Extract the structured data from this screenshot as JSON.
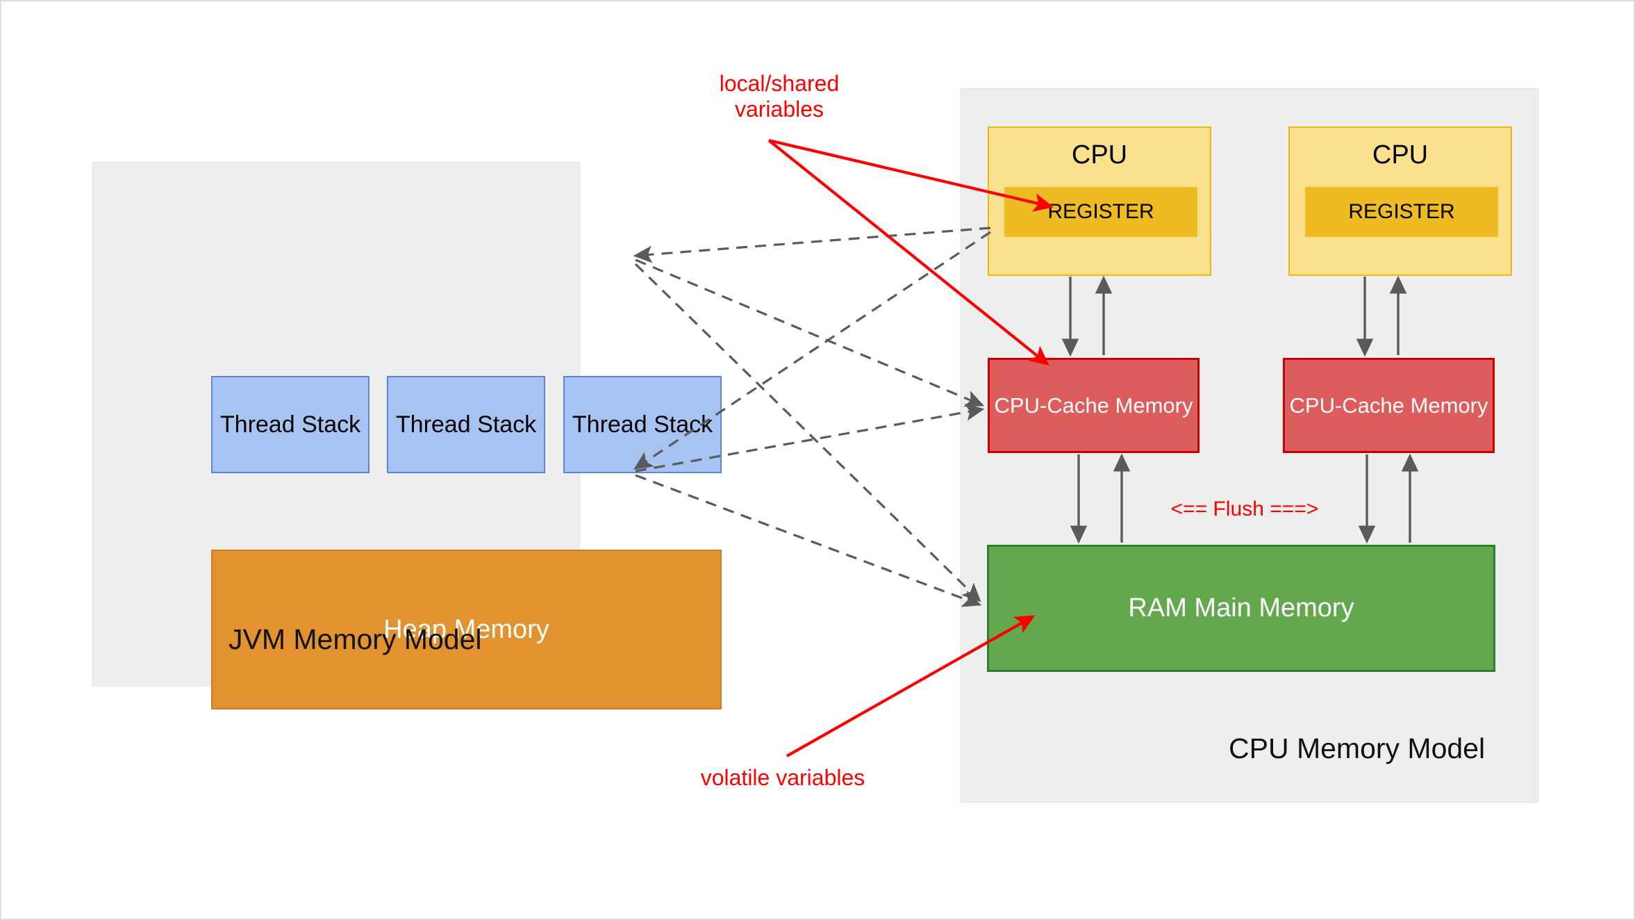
{
  "diagram": {
    "title": "JVM Memory Model and CPU Memory Model",
    "colors": {
      "panel_bg": "#eeeeee",
      "thread_stack_fill": "#a7c3f2",
      "thread_stack_border": "#5b85d6",
      "heap_fill": "#e2922f",
      "cpu_fill": "#fbe08e",
      "cpu_border": "#eeb514",
      "register_fill": "#eebb22",
      "cache_fill": "#dd5c5c",
      "cache_border": "#cc0000",
      "ram_fill": "#64a84e",
      "ram_border": "#2f7d32",
      "annotation_red": "#ff0000",
      "arrow_gray": "#5a5a5a"
    }
  },
  "jvm_panel": {
    "title": "JVM Memory Model",
    "thread_stacks": [
      {
        "label": "Thread\nStack"
      },
      {
        "label": "Thread\nStack"
      },
      {
        "label": "Thread\nStack"
      }
    ],
    "heap": {
      "label": "Heap Memory"
    }
  },
  "cpu_panel": {
    "title": "CPU Memory Model",
    "cpus": [
      {
        "label": "CPU",
        "register_label": "REGISTER",
        "cache_label": "CPU-Cache\nMemory"
      },
      {
        "label": "CPU",
        "register_label": "REGISTER",
        "cache_label": "CPU-Cache\nMemory"
      }
    ],
    "ram": {
      "label": "RAM Main Memory"
    },
    "flush_label": "<== Flush ===>"
  },
  "annotations": [
    {
      "id": "local-shared",
      "text": "local/shared\nvariables"
    },
    {
      "id": "volatile",
      "text": "volatile variables"
    }
  ]
}
